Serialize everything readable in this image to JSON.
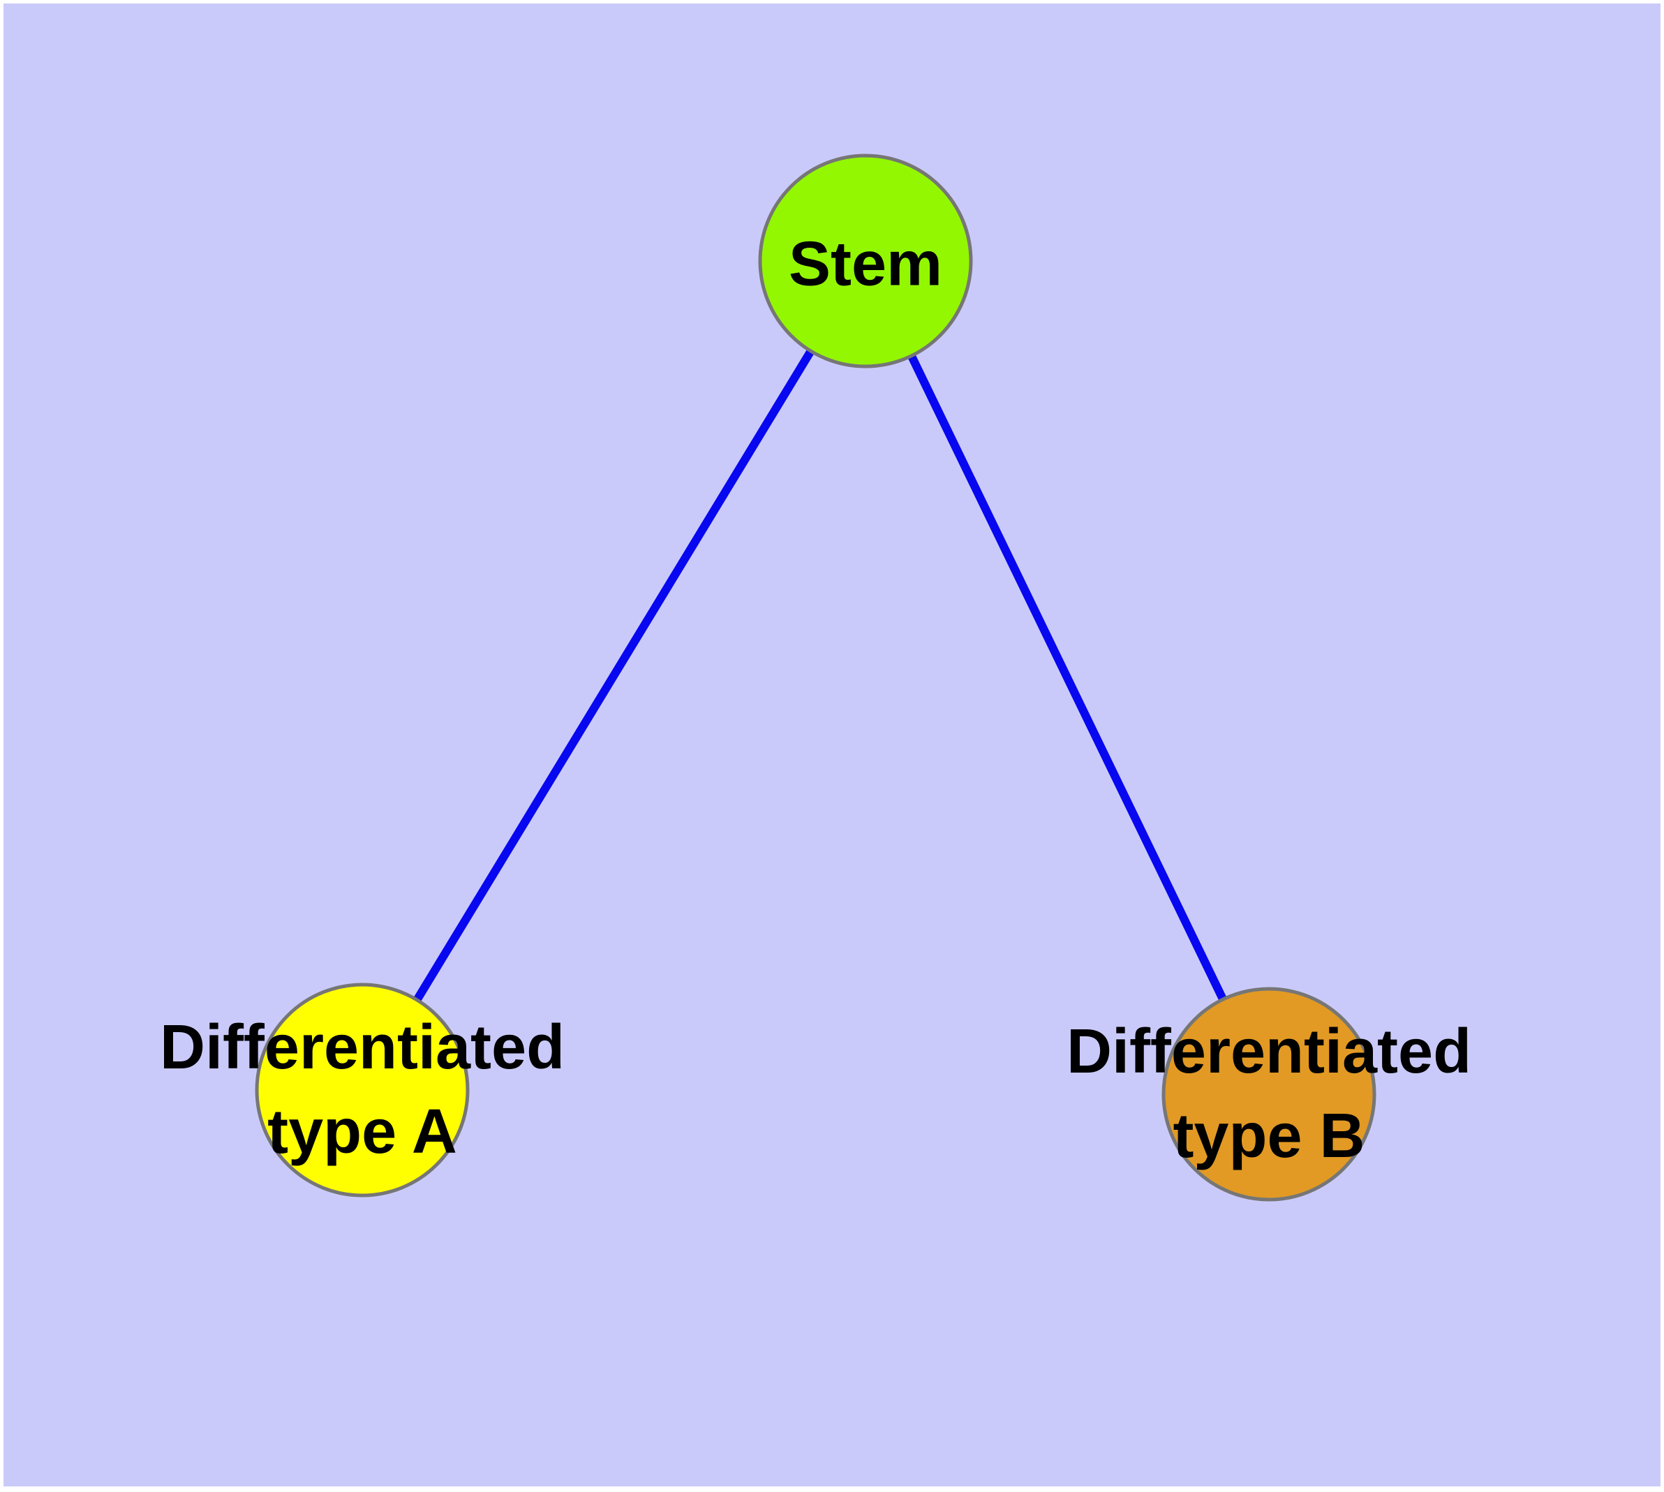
{
  "diagram": {
    "type": "graph",
    "background_color": "#cacafa",
    "page_margin_color": "#ffffff",
    "edge_color": "#0707f0",
    "node_border_color": "#767676",
    "label_text_color": "#000000",
    "nodes": [
      {
        "id": "stem",
        "lines": [
          "Stem"
        ],
        "fill": "#93f702"
      },
      {
        "id": "differentiated-type-a",
        "lines": [
          "Differentiated",
          "type A"
        ],
        "fill": "#ffff00"
      },
      {
        "id": "differentiated-type-b",
        "lines": [
          "Differentiated",
          "type B"
        ],
        "fill": "#e29a24"
      }
    ],
    "edges": [
      {
        "from": "stem",
        "to": "differentiated-type-a"
      },
      {
        "from": "stem",
        "to": "differentiated-type-b"
      }
    ]
  }
}
